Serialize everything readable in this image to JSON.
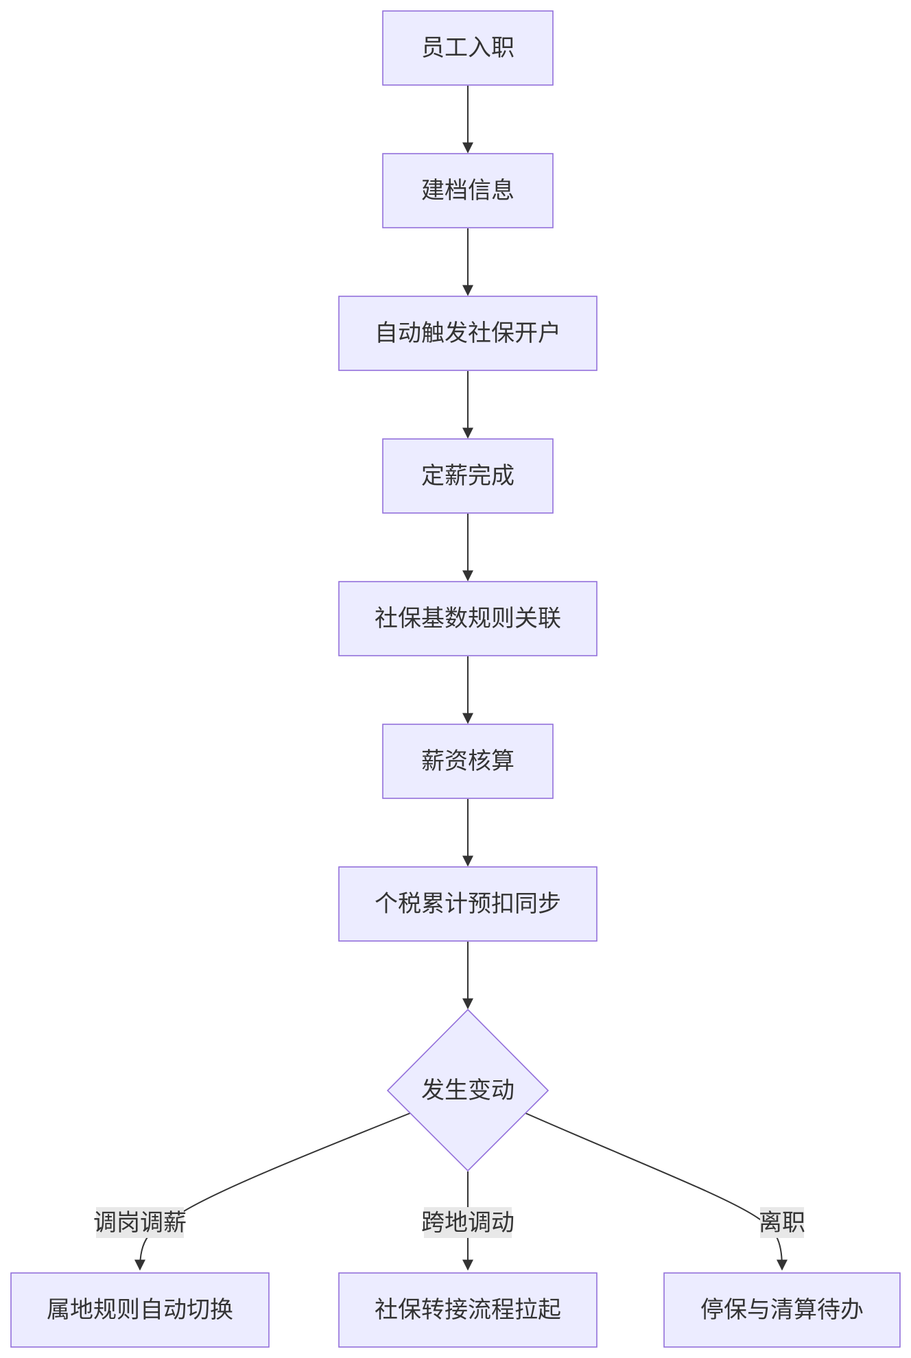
{
  "flowchart": {
    "nodes": {
      "onboard": "员工入职",
      "profile": "建档信息",
      "auto_social": "自动触发社保开户",
      "salary_set": "定薪完成",
      "base_rule": "社保基数规则关联",
      "payroll": "薪资核算",
      "tax_sync": "个税累计预扣同步",
      "change": "发生变动",
      "local_rule": "属地规则自动切换",
      "transfer": "社保转接流程拉起",
      "stop": "停保与清算待办"
    },
    "edge_labels": {
      "reassign": "调岗调薪",
      "relocate": "跨地调动",
      "resign": "离职"
    }
  }
}
